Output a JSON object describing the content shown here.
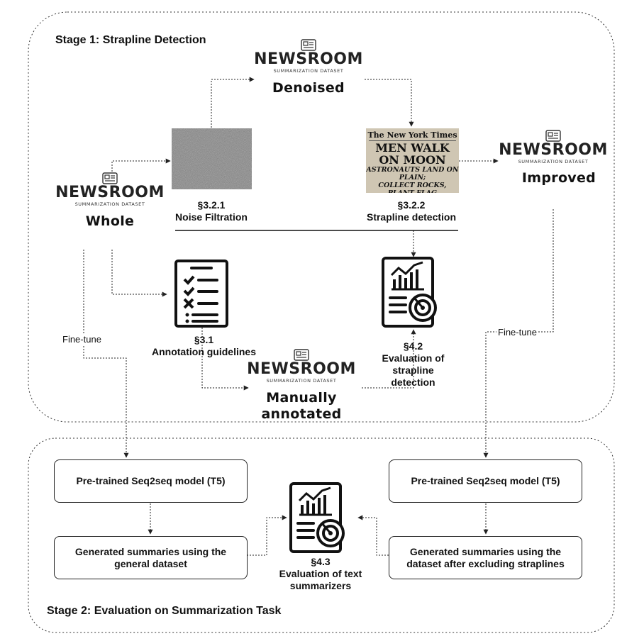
{
  "stage1": {
    "title": "Stage 1: Strapline Detection"
  },
  "stage2": {
    "title": "Stage 2: Evaluation on Summarization Task"
  },
  "brand": {
    "name": "NEWSROOM",
    "subtitle": "SUMMARIZATION DATASET",
    "icon": "newspaper-icon"
  },
  "datasets": {
    "whole": "Whole",
    "denoised": "Denoised",
    "improved": "Improved",
    "manual_line1": "Manually",
    "manual_line2": "annotated"
  },
  "steps": {
    "noise": {
      "section": "§3.2.1",
      "title": "Noise Filtration",
      "image": "noise-image"
    },
    "strapline": {
      "section": "§3.2.2",
      "title": "Strapline detection",
      "image": "newspaper-front-page-image"
    },
    "annotation": {
      "section": "§3.1",
      "title": "Annotation guidelines",
      "icon": "checklist-icon"
    },
    "eval_strapline": {
      "section": "§4.2",
      "line1": "Evaluation of",
      "line2": "strapline",
      "line3": "detection",
      "icon": "analytics-target-icon"
    },
    "eval_summ": {
      "section": "§4.3",
      "line1": "Evaluation of text",
      "line2": "summarizers",
      "icon": "analytics-target-icon"
    }
  },
  "newspaper": {
    "masthead": "The New York Times",
    "headline": "MEN WALK ON MOON",
    "subhead1": "ASTRONAUTS LAND ON PLAIN;",
    "subhead2": "COLLECT ROCKS, PLANT FLAG"
  },
  "finetune": {
    "left": "Fine-tune",
    "right": "Fine-tune"
  },
  "boxes": {
    "model_left": "Pre-trained Seq2seq model (T5)",
    "model_right": "Pre-trained Seq2seq model (T5)",
    "gen_left_1": "Generated summaries using the",
    "gen_left_2": "general dataset",
    "gen_right_1": "Generated summaries using the",
    "gen_right_2": "dataset after excluding straplines"
  },
  "colors": {
    "stroke": "#222222",
    "noise": "#7a7a7a",
    "paper": "#cfc6b3",
    "highlight": "#e0433a"
  }
}
